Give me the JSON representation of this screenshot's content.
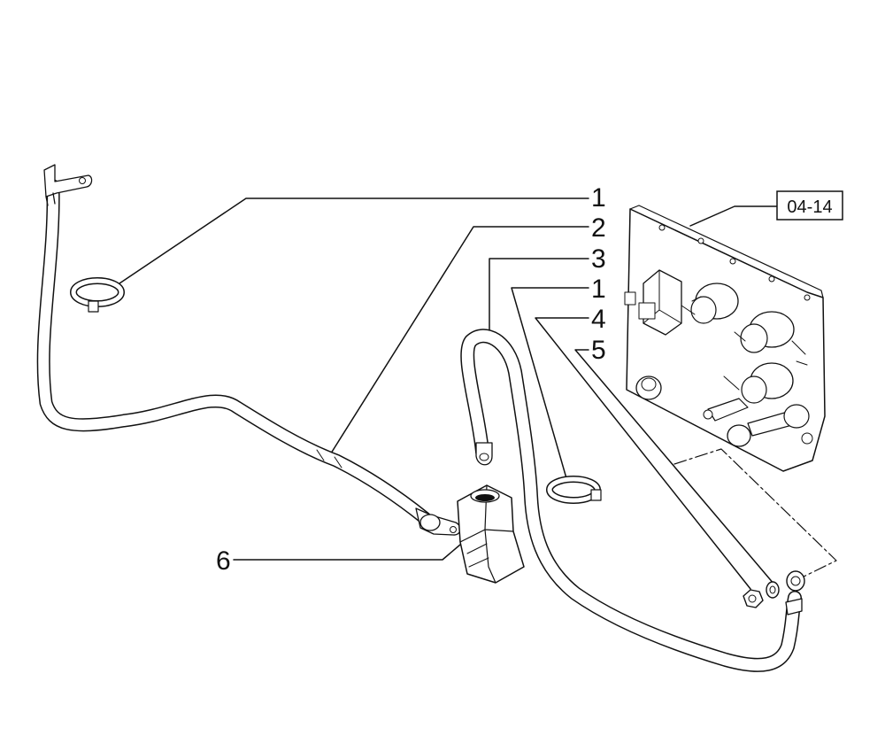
{
  "callouts": {
    "c1a": "1",
    "c2": "2",
    "c3": "3",
    "c1b": "1",
    "c4": "4",
    "c5": "5",
    "c6": "6"
  },
  "reference": {
    "label": "04-14"
  }
}
